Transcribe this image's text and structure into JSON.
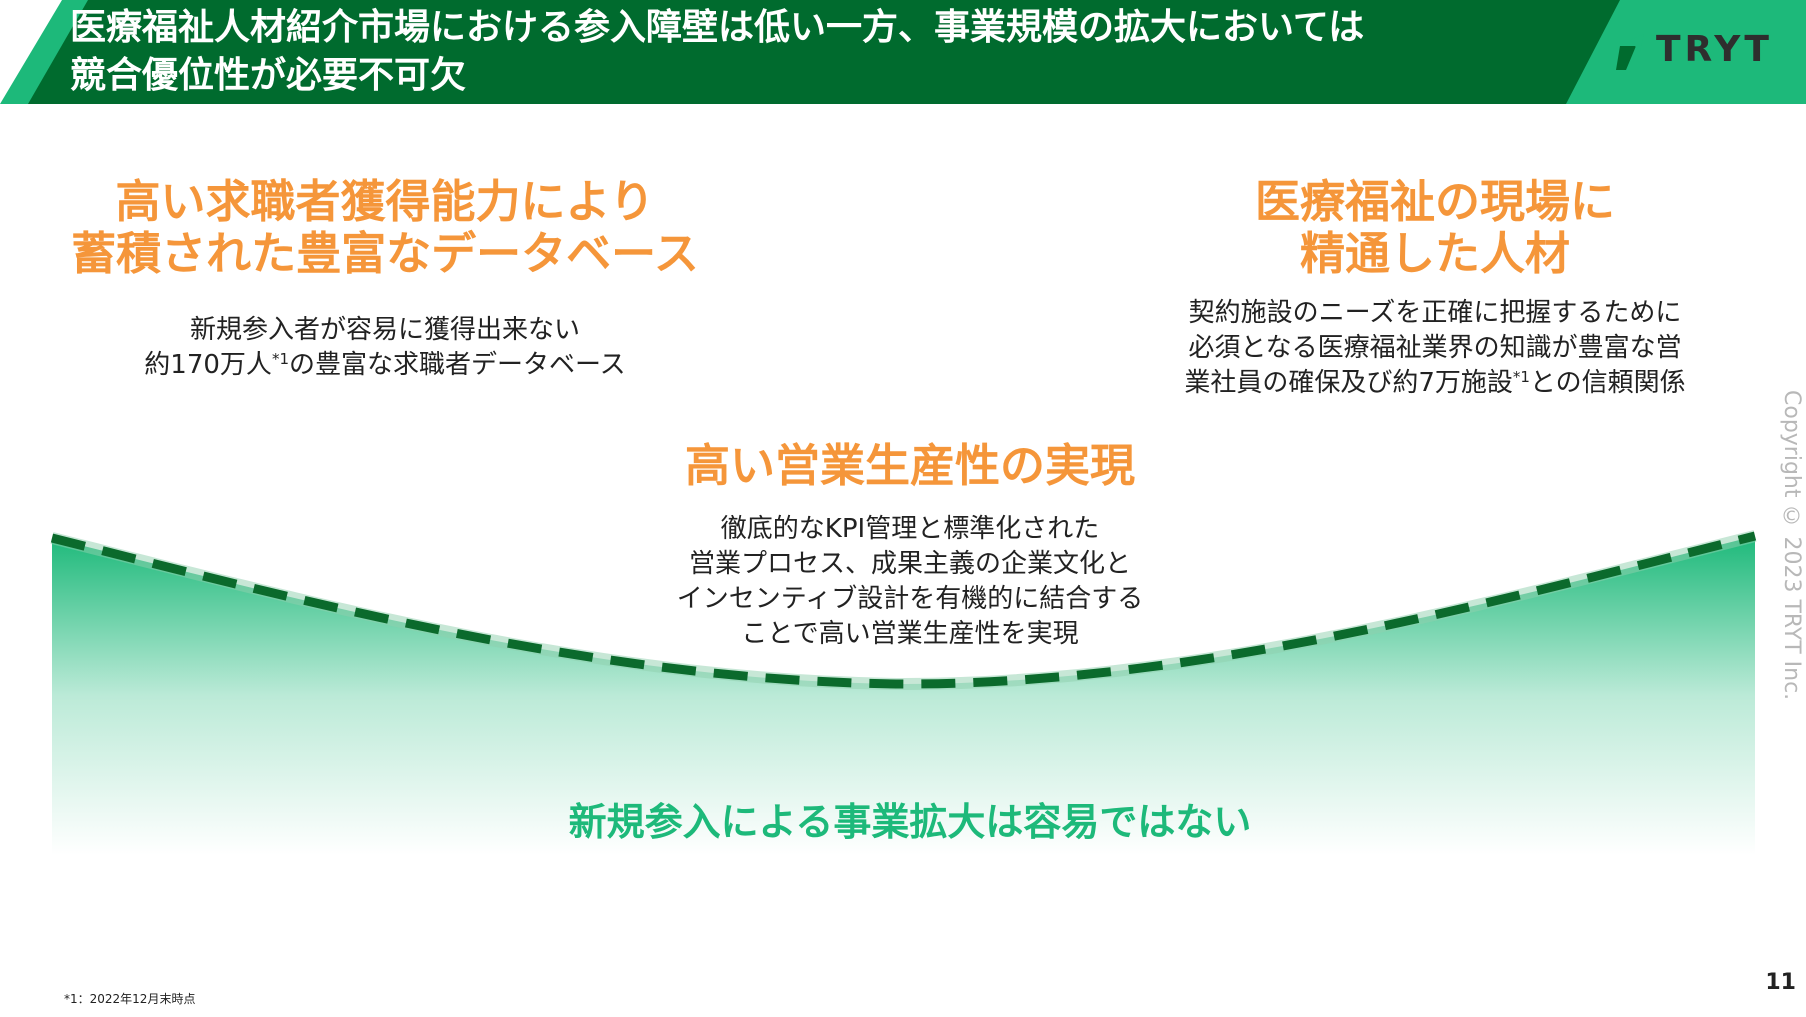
{
  "header": {
    "title_line1": "医療福祉人材紹介市場における参入障壁は低い一方、事業規模の拡大においては",
    "title_line2": "競合優位性が必要不可欠",
    "logo_text": "TRYT"
  },
  "left_block": {
    "heading_line1": "高い求職者獲得能力により",
    "heading_line2": "蓄積された豊富なデータベース",
    "body_line1": "新規参入者が容易に獲得出来ない",
    "body_line2_pre": "約170万人",
    "body_line2_sup": "*1",
    "body_line2_post": "の豊富な求職者データベース"
  },
  "right_block": {
    "heading_line1": "医療福祉の現場に",
    "heading_line2": "精通した人材",
    "body_line1": "契約施設のニーズを正確に把握するために",
    "body_line2": "必須となる医療福祉業界の知識が豊富な営",
    "body_line3_pre": "業社員の確保及び約7万施設",
    "body_line3_sup": "*1",
    "body_line3_post": "との信頼関係"
  },
  "center_block": {
    "heading": "高い営業生産性の実現",
    "body_line1": "徹底的なKPI管理と標準化された",
    "body_line2": "営業プロセス、成果主義の企業文化と",
    "body_line3": "インセンティブ設計を有機的に結合する",
    "body_line4": "ことで高い営業生産性を実現"
  },
  "barrier_text": "新規参入による事業拡大は容易ではない",
  "copyright": "Copyright © 2023 TRYT Inc.",
  "footnote": "*1：2022年12月末時点",
  "page_number": "11",
  "colors": {
    "header_green": "#006b2e",
    "accent_green": "#1db97a",
    "curve_dash": "#0b6a2c",
    "heading_orange": "#f5963a"
  }
}
